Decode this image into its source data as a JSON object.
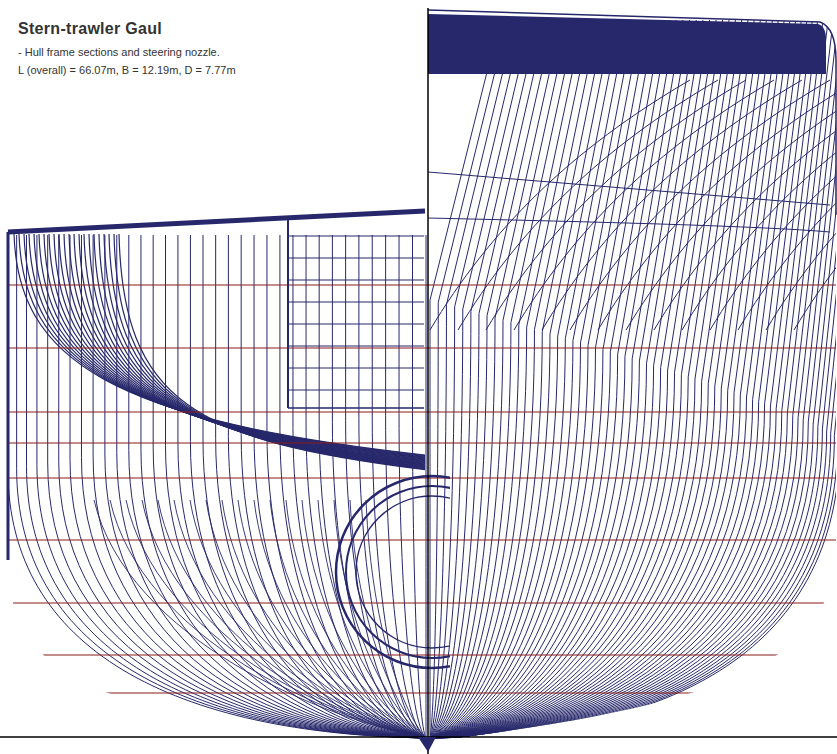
{
  "diagram": {
    "title": "Stern-trawler Gaul",
    "labels": [
      "- Hull frame sections and steering nozzle.",
      "L (overall) = 66.07m, B = 12.19m, D = 7.77m"
    ]
  }
}
